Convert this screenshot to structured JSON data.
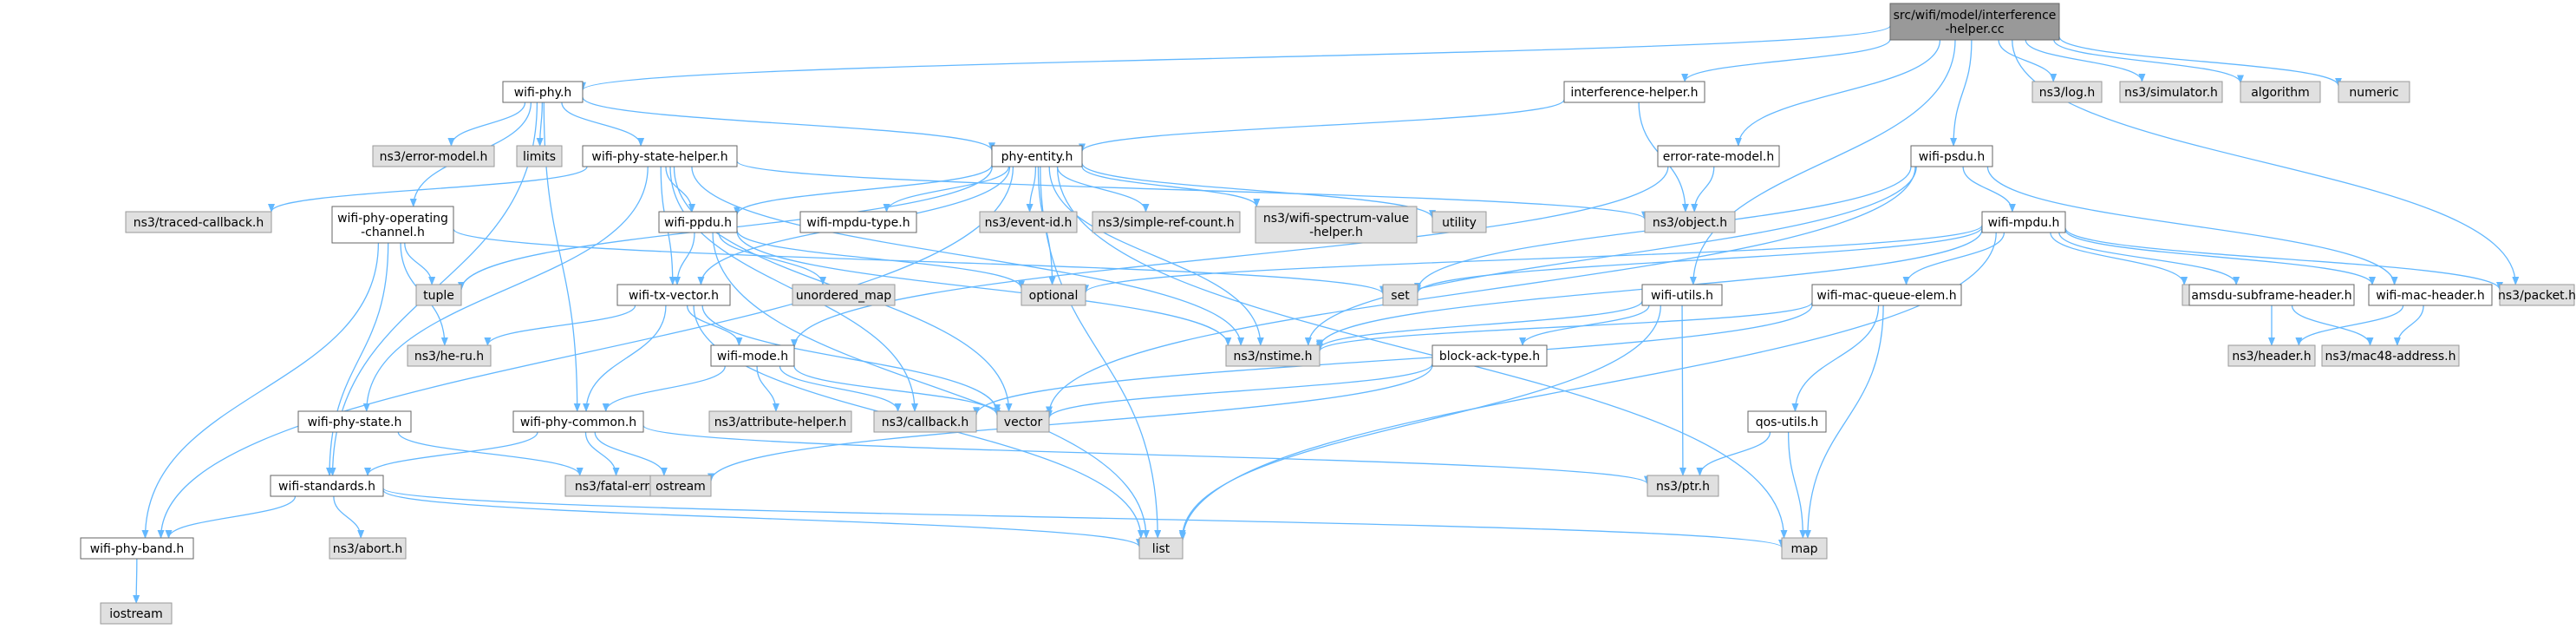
{
  "colors": {
    "edge": "#63b8ff",
    "root_fill": "#999999",
    "root_stroke": "#666666",
    "local_fill": "#ffffff",
    "local_stroke": "#666666",
    "system_fill": "#e0e0e0",
    "system_stroke": "#999999"
  },
  "nodes": [
    {
      "id": "root",
      "label": [
        "src/wifi/model/interference",
        "-helper.cc"
      ],
      "kind": "root"
    },
    {
      "id": "wifi_phy_h",
      "label": [
        "wifi-phy.h"
      ],
      "kind": "local"
    },
    {
      "id": "interference_helper_h",
      "label": [
        "interference-helper.h"
      ],
      "kind": "local"
    },
    {
      "id": "ns3_log_h",
      "label": [
        "ns3/log.h"
      ],
      "kind": "system"
    },
    {
      "id": "ns3_simulator_h",
      "label": [
        "ns3/simulator.h"
      ],
      "kind": "system"
    },
    {
      "id": "algorithm",
      "label": [
        "algorithm"
      ],
      "kind": "system"
    },
    {
      "id": "numeric",
      "label": [
        "numeric"
      ],
      "kind": "system"
    },
    {
      "id": "ns3_error_model_h",
      "label": [
        "ns3/error-model.h"
      ],
      "kind": "system"
    },
    {
      "id": "limits",
      "label": [
        "limits"
      ],
      "kind": "system"
    },
    {
      "id": "wifi_phy_state_helper_h",
      "label": [
        "wifi-phy-state-helper.h"
      ],
      "kind": "local"
    },
    {
      "id": "phy_entity_h",
      "label": [
        "phy-entity.h"
      ],
      "kind": "local"
    },
    {
      "id": "error_rate_model_h",
      "label": [
        "error-rate-model.h"
      ],
      "kind": "local"
    },
    {
      "id": "wifi_psdu_h",
      "label": [
        "wifi-psdu.h"
      ],
      "kind": "local"
    },
    {
      "id": "ns3_traced_callback_h",
      "label": [
        "ns3/traced-callback.h"
      ],
      "kind": "system"
    },
    {
      "id": "wifi_phy_operating_channel_h",
      "label": [
        "wifi-phy-operating",
        "-channel.h"
      ],
      "kind": "local"
    },
    {
      "id": "wifi_ppdu_h",
      "label": [
        "wifi-ppdu.h"
      ],
      "kind": "local"
    },
    {
      "id": "wifi_mpdu_type_h",
      "label": [
        "wifi-mpdu-type.h"
      ],
      "kind": "local"
    },
    {
      "id": "ns3_event_id_h",
      "label": [
        "ns3/event-id.h"
      ],
      "kind": "system"
    },
    {
      "id": "ns3_simple_ref_count_h",
      "label": [
        "ns3/simple-ref-count.h"
      ],
      "kind": "system"
    },
    {
      "id": "ns3_wifi_spectrum_value_helper_h",
      "label": [
        "ns3/wifi-spectrum-value",
        "-helper.h"
      ],
      "kind": "system"
    },
    {
      "id": "utility",
      "label": [
        "utility"
      ],
      "kind": "system"
    },
    {
      "id": "ns3_object_h",
      "label": [
        "ns3/object.h"
      ],
      "kind": "system"
    },
    {
      "id": "wifi_mpdu_h",
      "label": [
        "wifi-mpdu.h"
      ],
      "kind": "local"
    },
    {
      "id": "tuple",
      "label": [
        "tuple"
      ],
      "kind": "system"
    },
    {
      "id": "unordered_map",
      "label": [
        "unordered_map"
      ],
      "kind": "system"
    },
    {
      "id": "optional",
      "label": [
        "optional"
      ],
      "kind": "system"
    },
    {
      "id": "set",
      "label": [
        "set"
      ],
      "kind": "system"
    },
    {
      "id": "variant",
      "label": [
        "variant"
      ],
      "kind": "system"
    },
    {
      "id": "wifi_utils_h",
      "label": [
        "wifi-utils.h"
      ],
      "kind": "local"
    },
    {
      "id": "wifi_tx_vector_h",
      "label": [
        "wifi-tx-vector.h"
      ],
      "kind": "local"
    },
    {
      "id": "wifi_mac_queue_elem_h",
      "label": [
        "wifi-mac-queue-elem.h"
      ],
      "kind": "local"
    },
    {
      "id": "amsdu_subframe_header_h",
      "label": [
        "amsdu-subframe-header.h"
      ],
      "kind": "local"
    },
    {
      "id": "wifi_mac_header_h",
      "label": [
        "wifi-mac-header.h"
      ],
      "kind": "local"
    },
    {
      "id": "ns3_packet_h",
      "label": [
        "ns3/packet.h"
      ],
      "kind": "system"
    },
    {
      "id": "ns3_he_ru_h",
      "label": [
        "ns3/he-ru.h"
      ],
      "kind": "system"
    },
    {
      "id": "ns3_nstime_h",
      "label": [
        "ns3/nstime.h"
      ],
      "kind": "system"
    },
    {
      "id": "block_ack_type_h",
      "label": [
        "block-ack-type.h"
      ],
      "kind": "local"
    },
    {
      "id": "ns3_header_h",
      "label": [
        "ns3/header.h"
      ],
      "kind": "system"
    },
    {
      "id": "ns3_mac48_address_h",
      "label": [
        "ns3/mac48-address.h"
      ],
      "kind": "system"
    },
    {
      "id": "wifi_mode_h",
      "label": [
        "wifi-mode.h"
      ],
      "kind": "local"
    },
    {
      "id": "ns3_attribute_helper_h",
      "label": [
        "ns3/attribute-helper.h"
      ],
      "kind": "system"
    },
    {
      "id": "ns3_callback_h",
      "label": [
        "ns3/callback.h"
      ],
      "kind": "system"
    },
    {
      "id": "vector",
      "label": [
        "vector"
      ],
      "kind": "system"
    },
    {
      "id": "qos_utils_h",
      "label": [
        "qos-utils.h"
      ],
      "kind": "local"
    },
    {
      "id": "wifi_phy_state_h",
      "label": [
        "wifi-phy-state.h"
      ],
      "kind": "local"
    },
    {
      "id": "wifi_phy_common_h",
      "label": [
        "wifi-phy-common.h"
      ],
      "kind": "local"
    },
    {
      "id": "wifi_standards_h",
      "label": [
        "wifi-standards.h"
      ],
      "kind": "local"
    },
    {
      "id": "ns3_fatal_error_h",
      "label": [
        "ns3/fatal-error.h"
      ],
      "kind": "system"
    },
    {
      "id": "ostream",
      "label": [
        "ostream"
      ],
      "kind": "system"
    },
    {
      "id": "ns3_ptr_h",
      "label": [
        "ns3/ptr.h"
      ],
      "kind": "system"
    },
    {
      "id": "ns3_abort_h",
      "label": [
        "ns3/abort.h"
      ],
      "kind": "system"
    },
    {
      "id": "wifi_phy_band_h",
      "label": [
        "wifi-phy-band.h"
      ],
      "kind": "local"
    },
    {
      "id": "list",
      "label": [
        "list"
      ],
      "kind": "system"
    },
    {
      "id": "map",
      "label": [
        "map"
      ],
      "kind": "system"
    },
    {
      "id": "iostream",
      "label": [
        "iostream"
      ],
      "kind": "system"
    }
  ],
  "edges": [
    [
      "root",
      "wifi_phy_h"
    ],
    [
      "root",
      "interference_helper_h"
    ],
    [
      "root",
      "ns3_log_h"
    ],
    [
      "root",
      "ns3_simulator_h"
    ],
    [
      "root",
      "algorithm"
    ],
    [
      "root",
      "numeric"
    ],
    [
      "root",
      "error_rate_model_h"
    ],
    [
      "root",
      "wifi_psdu_h"
    ],
    [
      "root",
      "ns3_packet_h"
    ],
    [
      "root",
      "wifi_utils_h"
    ],
    [
      "wifi_phy_h",
      "ns3_error_model_h"
    ],
    [
      "wifi_phy_h",
      "limits"
    ],
    [
      "wifi_phy_h",
      "wifi_phy_state_helper_h"
    ],
    [
      "wifi_phy_h",
      "phy_entity_h"
    ],
    [
      "wifi_phy_h",
      "wifi_phy_operating_channel_h"
    ],
    [
      "wifi_phy_h",
      "wifi_standards_h"
    ],
    [
      "wifi_phy_h",
      "wifi_phy_common_h"
    ],
    [
      "interference_helper_h",
      "phy_entity_h"
    ],
    [
      "interference_helper_h",
      "ns3_object_h"
    ],
    [
      "error_rate_model_h",
      "ns3_object_h"
    ],
    [
      "error_rate_model_h",
      "wifi_mode_h"
    ],
    [
      "wifi_phy_state_helper_h",
      "ns3_traced_callback_h"
    ],
    [
      "wifi_phy_state_helper_h",
      "wifi_ppdu_h"
    ],
    [
      "wifi_phy_state_helper_h",
      "wifi_tx_vector_h"
    ],
    [
      "wifi_phy_state_helper_h",
      "ns3_object_h"
    ],
    [
      "wifi_phy_state_helper_h",
      "wifi_phy_state_h"
    ],
    [
      "wifi_phy_state_helper_h",
      "ns3_callback_h"
    ],
    [
      "wifi_phy_state_helper_h",
      "ns3_nstime_h"
    ],
    [
      "wifi_phy_state_helper_h",
      "vector"
    ],
    [
      "phy_entity_h",
      "wifi_mpdu_type_h"
    ],
    [
      "phy_entity_h",
      "ns3_event_id_h"
    ],
    [
      "phy_entity_h",
      "ns3_simple_ref_count_h"
    ],
    [
      "phy_entity_h",
      "ns3_wifi_spectrum_value_helper_h"
    ],
    [
      "phy_entity_h",
      "utility"
    ],
    [
      "phy_entity_h",
      "wifi_ppdu_h"
    ],
    [
      "phy_entity_h",
      "tuple"
    ],
    [
      "phy_entity_h",
      "optional"
    ],
    [
      "phy_entity_h",
      "ns3_nstime_h"
    ],
    [
      "phy_entity_h",
      "list"
    ],
    [
      "phy_entity_h",
      "map"
    ],
    [
      "phy_entity_h",
      "wifi_tx_vector_h"
    ],
    [
      "phy_entity_h",
      "wifi_phy_band_h"
    ],
    [
      "wifi_phy_operating_channel_h",
      "tuple"
    ],
    [
      "wifi_phy_operating_channel_h",
      "ns3_he_ru_h"
    ],
    [
      "wifi_phy_operating_channel_h",
      "set"
    ],
    [
      "wifi_phy_operating_channel_h",
      "wifi_standards_h"
    ],
    [
      "wifi_phy_operating_channel_h",
      "wifi_phy_band_h"
    ],
    [
      "wifi_ppdu_h",
      "wifi_tx_vector_h"
    ],
    [
      "wifi_ppdu_h",
      "unordered_map"
    ],
    [
      "wifi_ppdu_h",
      "optional"
    ],
    [
      "wifi_ppdu_h",
      "ns3_nstime_h"
    ],
    [
      "wifi_ppdu_h",
      "list"
    ],
    [
      "wifi_psdu_h",
      "wifi_mpdu_h"
    ],
    [
      "wifi_psdu_h",
      "set"
    ],
    [
      "wifi_psdu_h",
      "ns3_nstime_h"
    ],
    [
      "wifi_psdu_h",
      "wifi_mac_header_h"
    ],
    [
      "wifi_psdu_h",
      "vector"
    ],
    [
      "wifi_mpdu_h",
      "optional"
    ],
    [
      "wifi_mpdu_h",
      "set"
    ],
    [
      "wifi_mpdu_h",
      "variant"
    ],
    [
      "wifi_mpdu_h",
      "amsdu_subframe_header_h"
    ],
    [
      "wifi_mpdu_h",
      "wifi_mac_header_h"
    ],
    [
      "wifi_mpdu_h",
      "ns3_packet_h"
    ],
    [
      "wifi_mpdu_h",
      "wifi_mac_queue_elem_h"
    ],
    [
      "wifi_mpdu_h",
      "list"
    ],
    [
      "wifi_mpdu_h",
      "ns3_nstime_h"
    ],
    [
      "wifi_utils_h",
      "block_ack_type_h"
    ],
    [
      "wifi_utils_h",
      "ns3_ptr_h"
    ],
    [
      "wifi_utils_h",
      "list"
    ],
    [
      "wifi_utils_h",
      "ns3_nstime_h"
    ],
    [
      "wifi_tx_vector_h",
      "wifi_mode_h"
    ],
    [
      "wifi_tx_vector_h",
      "ns3_he_ru_h"
    ],
    [
      "wifi_tx_vector_h",
      "wifi_phy_common_h"
    ],
    [
      "wifi_tx_vector_h",
      "vector"
    ],
    [
      "wifi_tx_vector_h",
      "list"
    ],
    [
      "wifi_mac_queue_elem_h",
      "ns3_nstime_h"
    ],
    [
      "wifi_mac_queue_elem_h",
      "qos_utils_h"
    ],
    [
      "wifi_mac_queue_elem_h",
      "map"
    ],
    [
      "wifi_mac_queue_elem_h",
      "ns3_callback_h"
    ],
    [
      "amsdu_subframe_header_h",
      "ns3_header_h"
    ],
    [
      "amsdu_subframe_header_h",
      "ns3_mac48_address_h"
    ],
    [
      "wifi_mac_header_h",
      "ns3_header_h"
    ],
    [
      "wifi_mac_header_h",
      "ns3_mac48_address_h"
    ],
    [
      "block_ack_type_h",
      "ostream"
    ],
    [
      "block_ack_type_h",
      "vector"
    ],
    [
      "wifi_mode_h",
      "ns3_attribute_helper_h"
    ],
    [
      "wifi_mode_h",
      "ns3_callback_h"
    ],
    [
      "wifi_mode_h",
      "vector"
    ],
    [
      "wifi_mode_h",
      "wifi_phy_common_h"
    ],
    [
      "qos_utils_h",
      "ns3_ptr_h"
    ],
    [
      "qos_utils_h",
      "map"
    ],
    [
      "wifi_phy_state_h",
      "ns3_fatal_error_h"
    ],
    [
      "wifi_phy_common_h",
      "ns3_fatal_error_h"
    ],
    [
      "wifi_phy_common_h",
      "ostream"
    ],
    [
      "wifi_phy_common_h",
      "ns3_ptr_h"
    ],
    [
      "wifi_phy_common_h",
      "wifi_standards_h"
    ],
    [
      "wifi_standards_h",
      "ns3_abort_h"
    ],
    [
      "wifi_standards_h",
      "wifi_phy_band_h"
    ],
    [
      "wifi_standards_h",
      "list"
    ],
    [
      "wifi_standards_h",
      "map"
    ],
    [
      "wifi_phy_band_h",
      "iostream"
    ]
  ]
}
